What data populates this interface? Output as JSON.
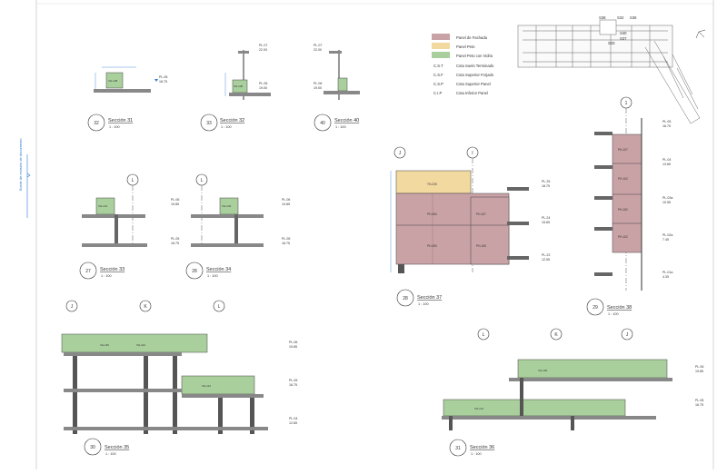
{
  "colors": {
    "panel_facade": "#c9a2a6",
    "panel_parapet": "#f2d9a0",
    "panel_glass": "#a9cf9c",
    "outline": "#444444",
    "structure": "#555555",
    "dim_blue": "#2b7bd6",
    "text": "#333333",
    "bubble": "#333333"
  },
  "legend": {
    "items": [
      {
        "label": "Panel de Fachada",
        "swatch": "panel_facade"
      },
      {
        "label": "Panel Peto",
        "swatch": "panel_parapet"
      },
      {
        "label": "Panel Peto con Vidrio",
        "swatch": "panel_glass"
      }
    ],
    "codes": [
      {
        "code": "C.S.T",
        "label": "Cota Suelo Terminado"
      },
      {
        "code": "C.S.F",
        "label": "Cota Superior Forjado"
      },
      {
        "code": "C.S.P",
        "label": "Cota Superior Panel"
      },
      {
        "code": "C.I.P",
        "label": "Cota Inferior Panel"
      }
    ]
  },
  "keyplan": {
    "labels": [
      "S38",
      "S32",
      "S36",
      "S40",
      "S37",
      "S33"
    ]
  },
  "side_note": "Borde de revisión de documento",
  "sections": [
    {
      "id": "s31",
      "num": "32",
      "title": "Sección 31",
      "scale": "1 : 100",
      "levels": [
        {
          "name": "PL.05",
          "value": "18.75"
        }
      ],
      "panels": [
        "VH-128"
      ]
    },
    {
      "id": "s32",
      "num": "33",
      "title": "Sección 32",
      "scale": "1 : 100",
      "levels": [
        {
          "name": "PL.07",
          "value": "22.00"
        },
        {
          "name": "PL.06",
          "value": "19.00"
        }
      ],
      "panels": [
        "VH-130"
      ]
    },
    {
      "id": "s40",
      "num": "40",
      "title": "Sección 40",
      "scale": "1 : 100",
      "levels": [
        {
          "name": "PL.07",
          "value": "22.00"
        },
        {
          "name": "PL.06",
          "value": "19.00"
        }
      ],
      "panels": []
    },
    {
      "id": "s33",
      "num": "27",
      "title": "Sección 33",
      "scale": "1 : 100",
      "grid": "L",
      "levels": [
        {
          "name": "PL.06",
          "value": "19.85"
        },
        {
          "name": "PL.05",
          "value": "16.75"
        }
      ],
      "panels": [
        "VH-141"
      ]
    },
    {
      "id": "s34",
      "num": "28",
      "title": "Sección 34",
      "scale": "1 : 100",
      "grid": "L",
      "levels": [
        {
          "name": "PL.06",
          "value": "19.85"
        },
        {
          "name": "PL.05",
          "value": "16.75"
        }
      ],
      "panels": [
        "VH-143"
      ]
    },
    {
      "id": "s37",
      "num": "28",
      "title": "Sección 37",
      "scale": "1 : 100",
      "grids": [
        "J",
        "I"
      ],
      "levels": [
        {
          "name": "PL.25",
          "value": "18.75"
        },
        {
          "name": "PL.24",
          "value": "15.65"
        },
        {
          "name": "PL.23",
          "value": "12.55"
        }
      ],
      "panels": [
        "TH-225",
        "PH-394",
        "PH-107",
        "PH-393",
        "PH-106"
      ]
    },
    {
      "id": "s38",
      "num": "29",
      "title": "Sección 38",
      "scale": "1 : 100",
      "grid": "1",
      "levels": [
        {
          "name": "PL.05",
          "value": "16.75"
        },
        {
          "name": "PL.04",
          "value": "13.65"
        },
        {
          "name": "PL.03a",
          "value": "10.55"
        },
        {
          "name": "PL.02a",
          "value": "7.45"
        },
        {
          "name": "PL.01a",
          "value": "4.35"
        }
      ],
      "panels": [
        "PH-107",
        "PH-102",
        "PH-152",
        "PH-102"
      ]
    },
    {
      "id": "s35",
      "num": "30",
      "title": "Sección 35",
      "scale": "1 : 100",
      "grids": [
        "J",
        "K",
        "L"
      ],
      "levels": [
        {
          "name": "PL.06",
          "value": "19.85"
        },
        {
          "name": "PL.05",
          "value": "16.75"
        },
        {
          "name": "PL.04",
          "value": "12.65"
        }
      ],
      "panels": [
        "VH-115",
        "VH-114",
        "VH-113"
      ]
    },
    {
      "id": "s36",
      "num": "31",
      "title": "Sección 36",
      "scale": "1 : 100",
      "grids": [
        "L",
        "K",
        "J"
      ],
      "levels": [
        {
          "name": "PL.06",
          "value": "19.85"
        },
        {
          "name": "PL.05",
          "value": "16.75"
        }
      ],
      "panels": [
        "VH-120",
        "VH-121"
      ]
    }
  ]
}
